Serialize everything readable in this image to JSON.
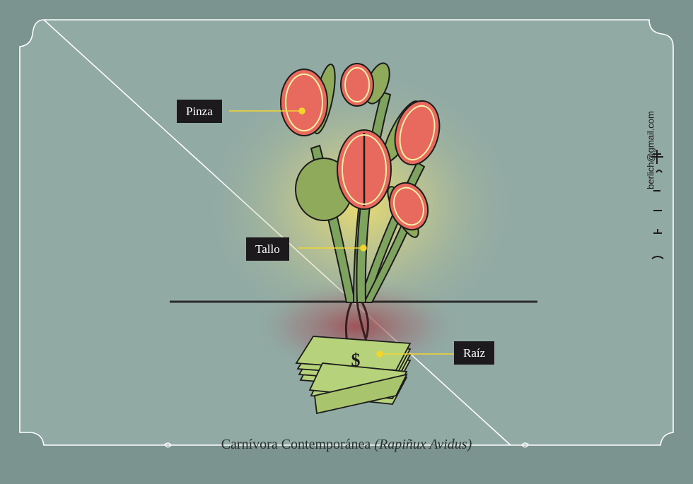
{
  "labels": {
    "pinza": "Pinza",
    "tallo": "Tallo",
    "raiz": "Raíz"
  },
  "caption": {
    "main": "Carnívora Contemporánea",
    "scientific": "(Rapiñux Avidus)"
  },
  "signature": {
    "email": "berlich@gmail.com",
    "name": "ERLICH"
  },
  "colors": {
    "background": "#7c948f",
    "frame_inner": "#91aaa4",
    "frame_border": "#ffffff",
    "leader_line": "#f3d52f",
    "label_bg": "#1c1a1c",
    "trap_red": "#e86a5f",
    "leaf_green": "#8faa5a",
    "money_green": "#b6d27a"
  }
}
